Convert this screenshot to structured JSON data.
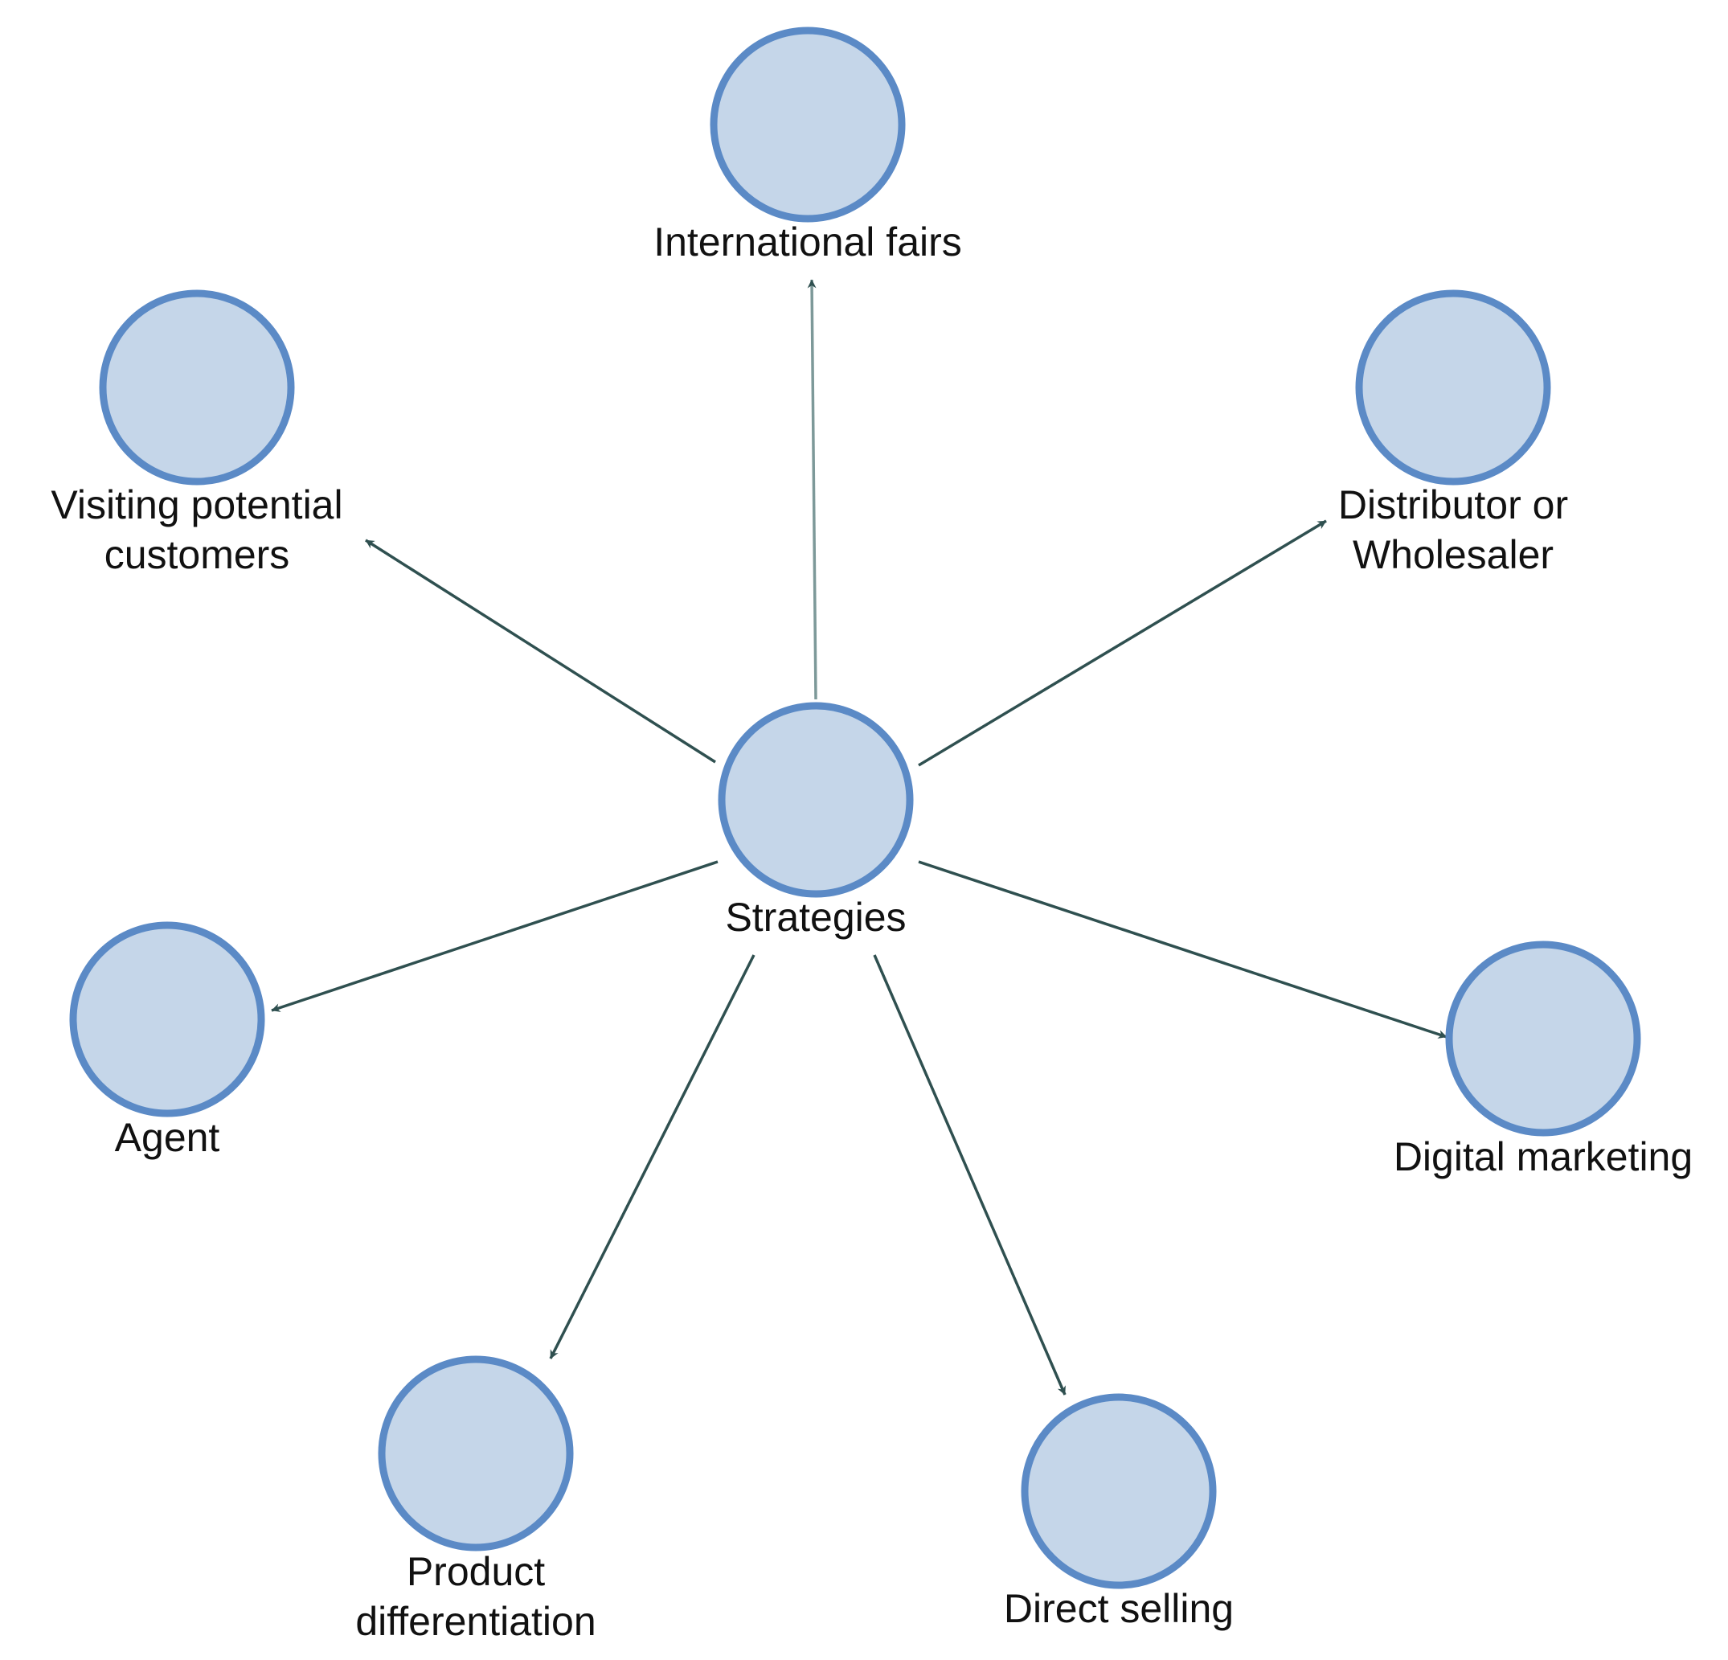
{
  "colors": {
    "node_fill": "#c5d6e9",
    "node_stroke": "#5b8ac6",
    "edge": "#2f5050",
    "edge_top": "#7d9999",
    "text": "#111111"
  },
  "center": {
    "id": "strategies",
    "label_lines": [
      "Strategies"
    ]
  },
  "nodes": [
    {
      "id": "international-fairs",
      "label_lines": [
        "International fairs"
      ]
    },
    {
      "id": "visiting-potential-customers",
      "label_lines": [
        "Visiting potential",
        "customers"
      ]
    },
    {
      "id": "distributor-or-wholesaler",
      "label_lines": [
        "Distributor or",
        "Wholesaler"
      ]
    },
    {
      "id": "agent",
      "label_lines": [
        "Agent"
      ]
    },
    {
      "id": "digital-marketing",
      "label_lines": [
        "Digital marketing"
      ]
    },
    {
      "id": "product-differentiation",
      "label_lines": [
        "Product",
        "differentiation"
      ]
    },
    {
      "id": "direct-selling",
      "label_lines": [
        "Direct selling"
      ]
    }
  ],
  "edges": [
    {
      "from": "strategies",
      "to": "international-fairs"
    },
    {
      "from": "strategies",
      "to": "visiting-potential-customers"
    },
    {
      "from": "strategies",
      "to": "distributor-or-wholesaler"
    },
    {
      "from": "strategies",
      "to": "agent"
    },
    {
      "from": "strategies",
      "to": "digital-marketing"
    },
    {
      "from": "strategies",
      "to": "product-differentiation"
    },
    {
      "from": "strategies",
      "to": "direct-selling"
    }
  ]
}
